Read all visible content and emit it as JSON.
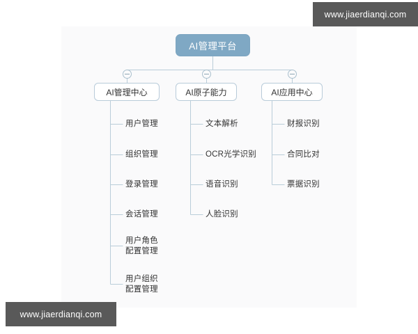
{
  "watermarks": {
    "top_right": "www.jiaerdianqi.com",
    "bottom_left": "www.jiaerdianqi.com"
  },
  "colors": {
    "root_fill": "#7fa8c4",
    "root_text": "#ffffff",
    "node_border": "#b8cbd9",
    "connector_line": "#b9cdd9",
    "canvas_bg": "#fafafb",
    "label_text": "#333333",
    "watermark_bg": "#595959"
  },
  "diagram": {
    "type": "tree",
    "root": {
      "label": "AI管理平台"
    },
    "branches": [
      {
        "label": "AI管理中心",
        "toggle": "collapse-minus-icon",
        "children": [
          {
            "label": "用户管理"
          },
          {
            "label": "组织管理"
          },
          {
            "label": "登录管理"
          },
          {
            "label": "会话管理"
          },
          {
            "label": "用户角色\n配置管理"
          },
          {
            "label": "用户组织\n配置管理"
          }
        ]
      },
      {
        "label": "AI原子能力",
        "toggle": "collapse-minus-icon",
        "children": [
          {
            "label": "文本解析"
          },
          {
            "label": "OCR光学识别"
          },
          {
            "label": "语音识别"
          },
          {
            "label": "人脸识别"
          }
        ]
      },
      {
        "label": "AI应用中心",
        "toggle": "collapse-minus-icon",
        "children": [
          {
            "label": "财报识别"
          },
          {
            "label": "合同比对"
          },
          {
            "label": "票据识别"
          }
        ]
      }
    ]
  }
}
